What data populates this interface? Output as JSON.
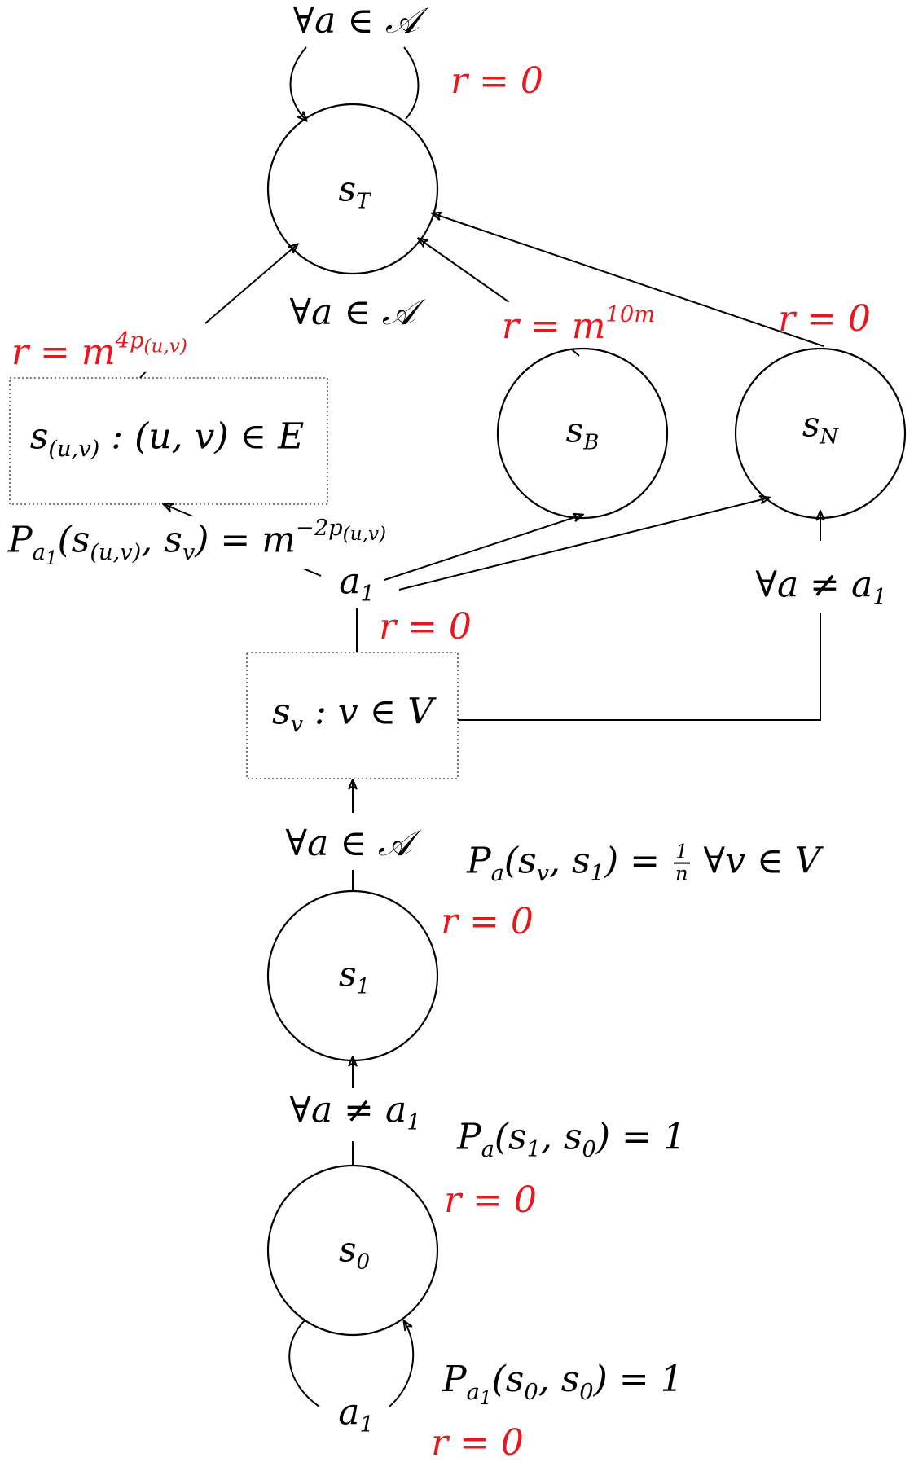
{
  "nodes": {
    "sT": {
      "base": "s",
      "sub": "T"
    },
    "sB": {
      "base": "s",
      "sub": "B"
    },
    "sN": {
      "base": "s",
      "sub": "N"
    },
    "s1": {
      "base": "s",
      "sub": "1"
    },
    "s0": {
      "base": "s",
      "sub": "0"
    },
    "s_uv_box": {
      "base": "s",
      "sub": "(u,v)",
      "rest": " : (u, v) ∈ E"
    },
    "sv_box": {
      "base": "s",
      "sub": "v",
      "rest": " : v ∈ V"
    }
  },
  "labels": {
    "forall_a_A_top": "∀a ∈ 𝒜",
    "forall_a_A_mid": "∀a ∈ 𝒜",
    "forall_a_A_sv": "∀a ∈ 𝒜",
    "forall_a_neq_a1_right": "∀a ≠ a",
    "forall_a_neq_a1_right_sub": "1",
    "forall_a_neq_a1_s0": "∀a ≠ a",
    "forall_a_neq_a1_s0_sub": "1",
    "a1_mid": {
      "base": "a",
      "sub": "1"
    },
    "a1_bottom": {
      "base": "a",
      "sub": "1"
    }
  },
  "rewards": {
    "top_loop": "r = 0",
    "sN_edge": "r = 0",
    "a1_mid": "r = 0",
    "s1": "r = 0",
    "s0": "r = 0",
    "s0_loop": "r = 0",
    "sB_edge_prefix": "r = m",
    "sB_edge_sup": "10m",
    "uv_edge_prefix": "r = m",
    "uv_edge_sup_a": "4p",
    "uv_edge_sup_sub": "(u,v)"
  },
  "probabilities": {
    "p_uv": {
      "P": "P",
      "Psub": "a",
      "Psubsub": "1",
      "args_a": "(s",
      "args_sub": "(u,v)",
      "args_b": ", s",
      "args_sub2": "v",
      "args_c": ") = m",
      "sup_a": "−2p",
      "sup_sub": "(u,v)"
    },
    "p_sv": {
      "P": "P",
      "Psub": "a",
      "args_a": "(s",
      "args_sub": "v",
      "args_b": ", s",
      "args_sub2": "1",
      "args_c": ") = ",
      "num": "1",
      "den": "n",
      "tail": " ∀v ∈ V"
    },
    "p_s1": {
      "P": "P",
      "Psub": "a",
      "args_a": "(s",
      "args_sub": "1",
      "args_b": ", s",
      "args_sub2": "0",
      "args_c": ") = 1"
    },
    "p_s0": {
      "P": "P",
      "Psub": "a",
      "Psubsub": "1",
      "args_a": "(s",
      "args_sub": "0",
      "args_b": ", s",
      "args_sub2": "0",
      "args_c": ") = 1"
    }
  },
  "colors": {
    "reward": "#e8161d",
    "stroke": "#000000"
  }
}
